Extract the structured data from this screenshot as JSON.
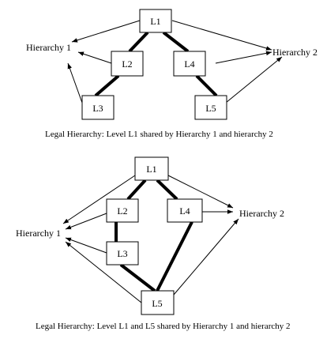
{
  "diagrams": [
    {
      "nodes": [
        {
          "id": "L1",
          "label": "L1"
        },
        {
          "id": "L2",
          "label": "L2"
        },
        {
          "id": "L4",
          "label": "L4"
        },
        {
          "id": "L3",
          "label": "L3"
        },
        {
          "id": "L5",
          "label": "L5"
        }
      ],
      "hierarchy_labels": [
        {
          "id": "h1",
          "label": "Hierarchy 1"
        },
        {
          "id": "h2",
          "label": "Hierarchy 2"
        }
      ],
      "caption": "Legal Hierarchy: Level L1 shared by Hierarchy 1 and hierarchy 2"
    },
    {
      "nodes": [
        {
          "id": "L1",
          "label": "L1"
        },
        {
          "id": "L2",
          "label": "L2"
        },
        {
          "id": "L4",
          "label": "L4"
        },
        {
          "id": "L3",
          "label": "L3"
        },
        {
          "id": "L5",
          "label": "L5"
        }
      ],
      "hierarchy_labels": [
        {
          "id": "h1",
          "label": "Hierarchy 1"
        },
        {
          "id": "h2",
          "label": "Hierarchy 2"
        }
      ],
      "caption": "Legal Hierarchy: Level L1 and L5 shared by Hierarchy 1 and hierarchy 2"
    }
  ]
}
